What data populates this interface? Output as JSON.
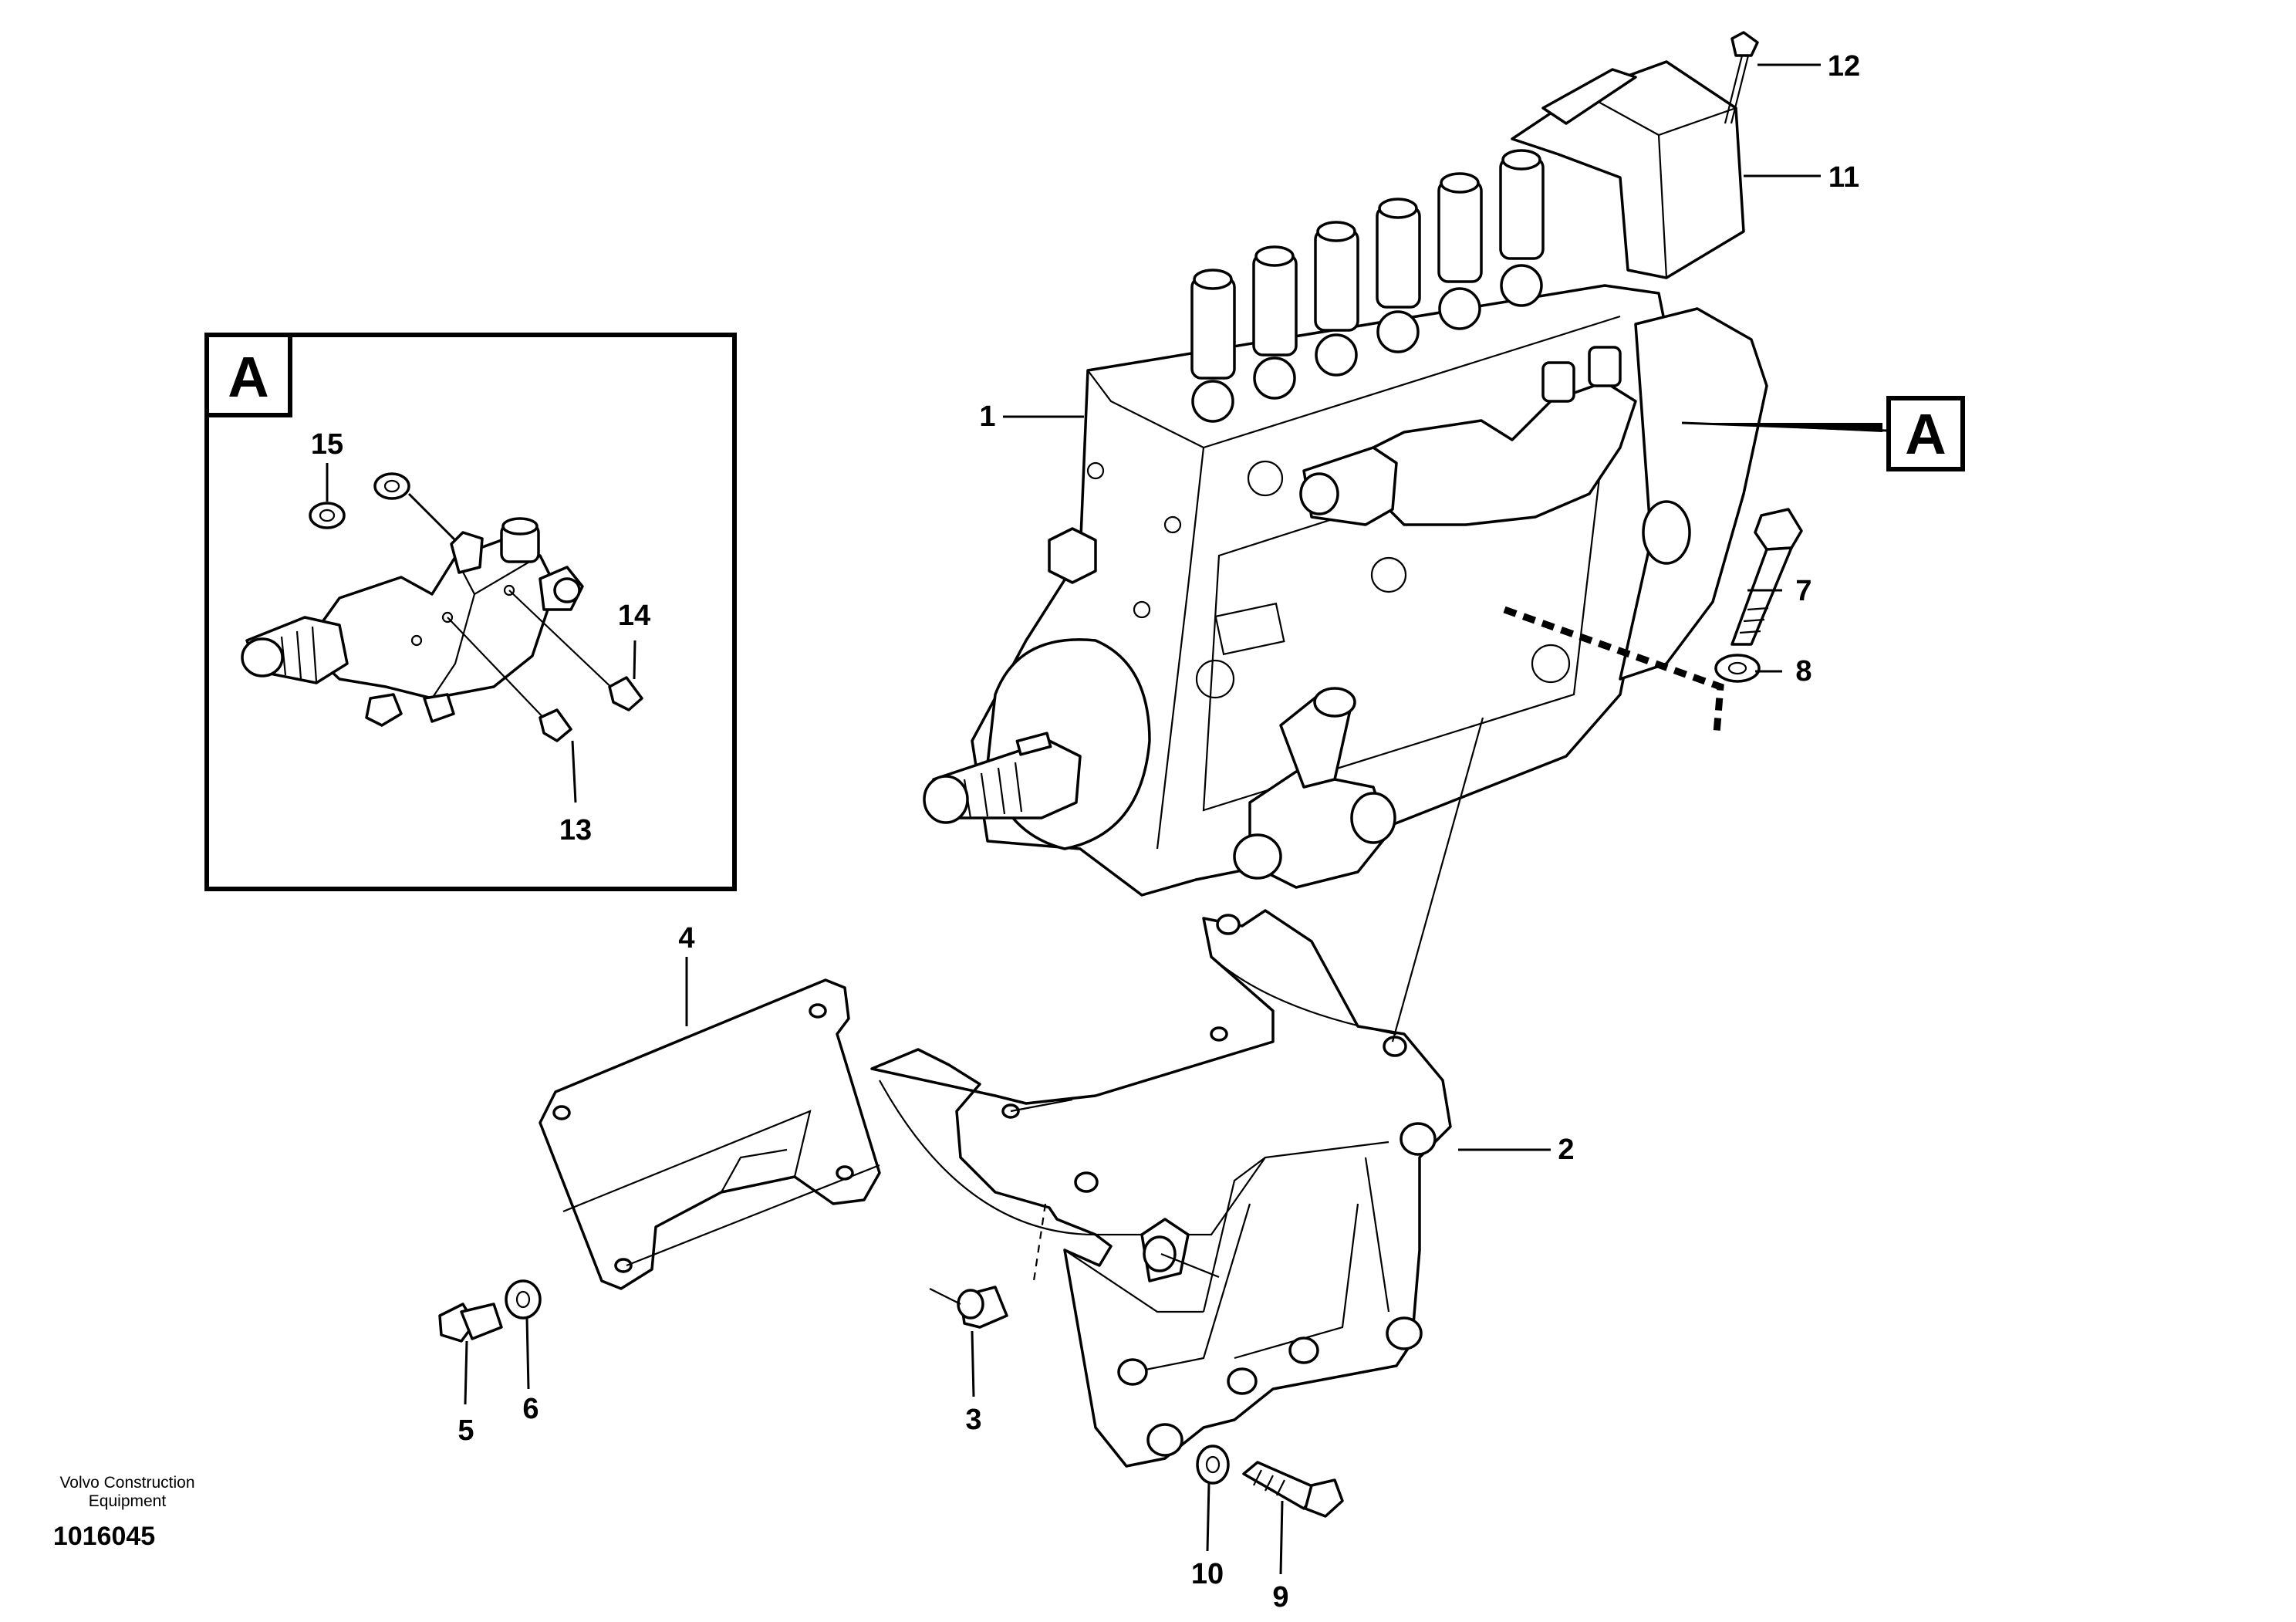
{
  "inset": {
    "letter": "A"
  },
  "reference_tag": {
    "letter": "A"
  },
  "callouts": {
    "p1": "1",
    "p2": "2",
    "p3": "3",
    "p4": "4",
    "p5": "5",
    "p6": "6",
    "p7": "7",
    "p8": "8",
    "p9": "9",
    "p10": "10",
    "p11": "11",
    "p12": "12",
    "p13": "13",
    "p14": "14",
    "p15": "15"
  },
  "footer": {
    "brand_line1": "Volvo Construction",
    "brand_line2": "Equipment",
    "doc_number": "1016045"
  }
}
